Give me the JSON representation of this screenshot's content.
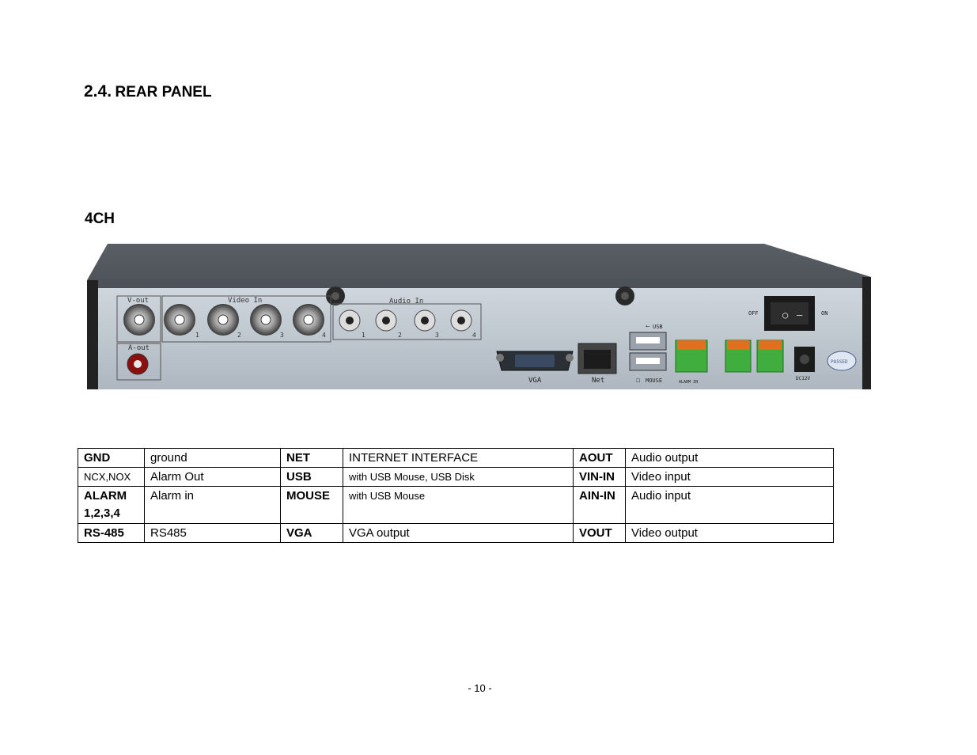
{
  "heading": {
    "number": "2.4.",
    "title": "REAR PANEL"
  },
  "subheading": "4CH",
  "panel": {
    "v_out": "V-out",
    "a_out": "A-out",
    "video_in": "Video In",
    "video_in_channels": [
      "1",
      "2",
      "3",
      "4"
    ],
    "audio_in": "Audio In",
    "audio_in_channels": [
      "1",
      "2",
      "3",
      "4"
    ],
    "vga": "VGA",
    "net": "Net",
    "usb": "USB",
    "mouse": "MOUSE",
    "alarm_in": "ALARM IN",
    "dc": "DC12V",
    "off": "OFF",
    "on": "ON",
    "passed": "PASSED"
  },
  "table": {
    "rows": [
      [
        "GND",
        "ground",
        "NET",
        "INTERNET INTERFACE",
        "AOUT",
        "Audio output"
      ],
      [
        "NCX,NOX",
        "Alarm Out",
        "USB",
        "with USB Mouse, USB Disk",
        "VIN-IN",
        "Video input"
      ],
      [
        "ALARM 1,2,3,4",
        "Alarm in",
        "MOUSE",
        "with USB Mouse",
        "AIN-IN",
        "Audio input"
      ],
      [
        "RS-485",
        "RS485",
        "VGA",
        "VGA output",
        "VOUT",
        "Video output"
      ]
    ]
  },
  "page_number": "- 10 -"
}
